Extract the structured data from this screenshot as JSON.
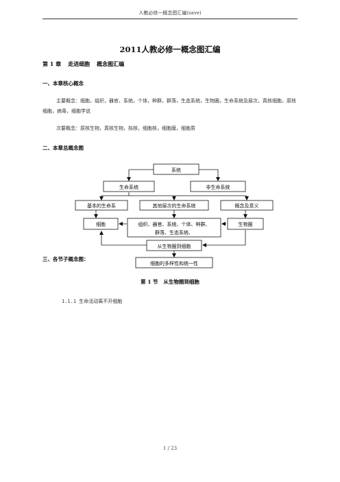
{
  "header": "人教必修一概念图汇编(save)",
  "title": "2011人教必修一概念图汇编",
  "chapter": {
    "num": "第 1 章",
    "name": "走进细胞",
    "suffix": "概念图汇编"
  },
  "section1": {
    "heading": "一、本章核心概念",
    "main_label": "主要概念：",
    "main_text": "细胞，组织，器官，系统，个体，种群，群落，生态系统，生物圈，生命系统及层次，真核细胞，原核细胞，病毒，细胞学说",
    "sub_label": "次要概念：",
    "sub_text": "原核生物，真核生物，拟核，细胞核，细胞膜，细胞质"
  },
  "section2": {
    "heading": "二、本章总概念图"
  },
  "concept_map": {
    "nodes": {
      "system": "系统",
      "life_system": "生命系统",
      "non_life_system": "非生命系统",
      "basic_life_system": "基本的生命系",
      "other_levels": "其他层次的生命系统",
      "concept_meaning": "概念及意义",
      "cell": "细胞",
      "levels_list_1": "组织、器官、系统、个体、种群、",
      "levels_list_2": "群落、生态系统、",
      "biosphere": "生物圈",
      "biosphere_to_cell": "从生物圈到细胞",
      "diversity_unity": "细胞的多样性和统一性"
    }
  },
  "section3": {
    "heading": "三、各节子概念图："
  },
  "subsection": {
    "num": "第 1 节",
    "name": "从生物圈到细胞"
  },
  "item": {
    "num": "1.1.1",
    "text": "生命活动离不开细胞"
  },
  "footer": "1 / 23"
}
